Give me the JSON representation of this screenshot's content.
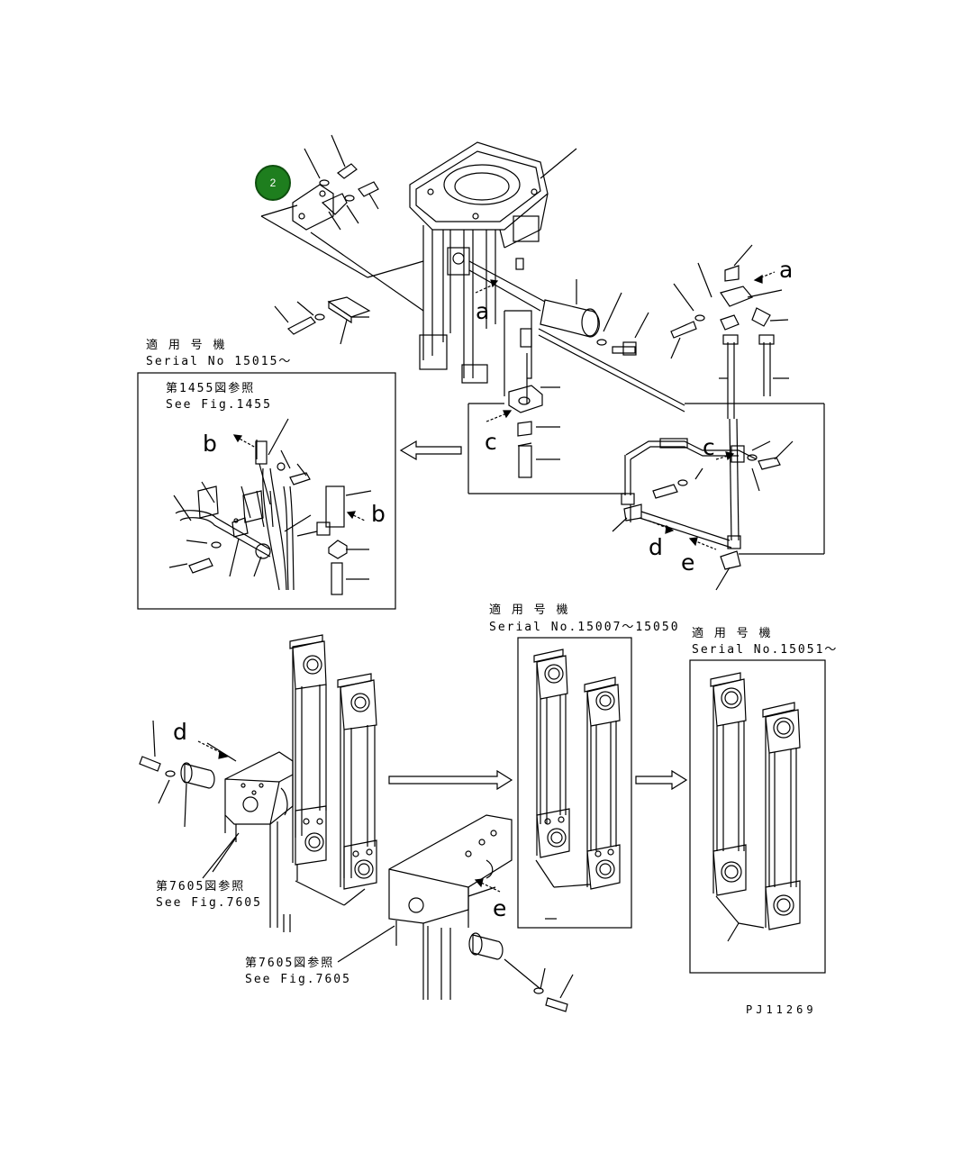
{
  "marker": {
    "number": "2"
  },
  "callouts": {
    "a_top": "a",
    "a_right": "a",
    "b_left": "b",
    "b_right": "b",
    "c_center": "c",
    "c_right": "c",
    "d_right": "d",
    "e_right": "e",
    "d_lower": "d",
    "e_lower": "e"
  },
  "inset_left": {
    "applies_jp": "適 用 号 機",
    "serial": "Serial No 15015～",
    "see_jp": "第1455図参照",
    "see_en": "See Fig.1455"
  },
  "inset_mid": {
    "applies_jp": "適 用 号 機",
    "serial": "Serial No.15007～15050"
  },
  "inset_right": {
    "applies_jp": "適 用 号 機",
    "serial": "Serial No.15051～"
  },
  "ref_7605_a": {
    "jp": "第7605図参照",
    "en": "See Fig.7605"
  },
  "ref_7605_b": {
    "jp": "第7605図参照",
    "en": "See Fig.7605"
  },
  "drawing_code": "PJ11269"
}
